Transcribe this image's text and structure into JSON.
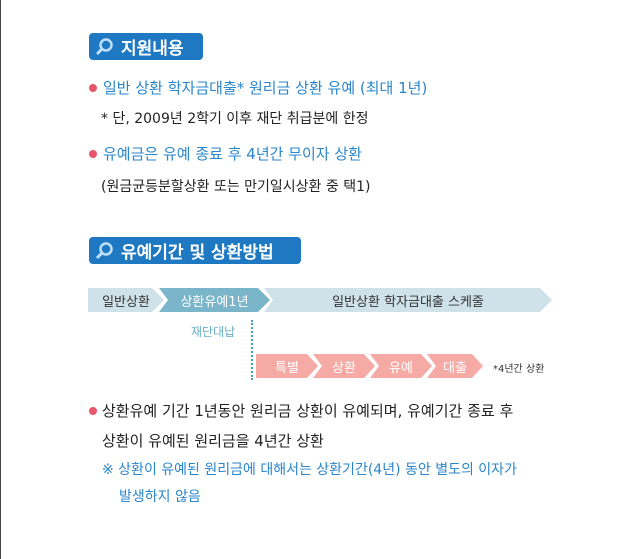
{
  "section1": {
    "title": "지원내용",
    "bullet1": "일반 상환 학자금대출* 원리금 상환 유예 (최대 1년)",
    "bullet1_note": "* 단, 2009년 2학기 이후 재단 취급분에 한정",
    "bullet2": "유예금은 유예 종료 후 4년간 무이자 상환",
    "bullet2_note": "(원금균등분할상환 또는 만기일시상환 중 택1)"
  },
  "section2": {
    "title": "유예기간 및 상환방법",
    "timeline": [
      "일반상환",
      "상환유예1년",
      "일반상환 학자금대출 스케줄"
    ],
    "marker_label": "재단대납",
    "special": [
      "특별",
      "상환",
      "유예",
      "대출"
    ],
    "special_note": "*4년간 상환",
    "bullet_line1": "상환유예 기간 1년동안 원리금 상환이 유예되며, 유예기간 종료 후",
    "bullet_line2": "상환이 유예된 원리금을 4년간 상환",
    "note_line1": "※ 상환이 유예된 원리금에 대해서는 상환기간(4년) 동안 별도의 이자가",
    "note_line2": "발생하지 않음"
  }
}
